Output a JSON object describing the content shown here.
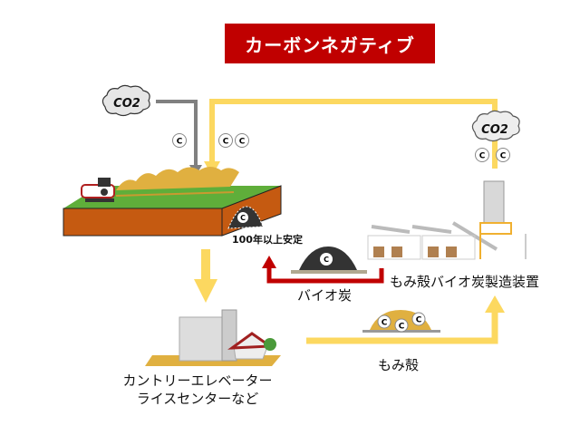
{
  "title": "カーボンネガティブ",
  "colors": {
    "title_bg": "#c00000",
    "flow_yellow": "#fcd860",
    "flow_gray": "#808080",
    "flow_red": "#c00000",
    "soil": "#c55a11",
    "grass": "#5fae3a"
  },
  "icons": {
    "co2_cloud_left": "CO2",
    "co2_cloud_right": "CO2",
    "carbon": "C"
  },
  "labels": {
    "stable": "100年以上安定",
    "biochar": "バイオ炭",
    "device": "もみ殻バイオ炭製造装置",
    "husk": "もみ殻",
    "elevator_line1": "カントリーエレベーター",
    "elevator_line2": "ライスセンターなど"
  }
}
